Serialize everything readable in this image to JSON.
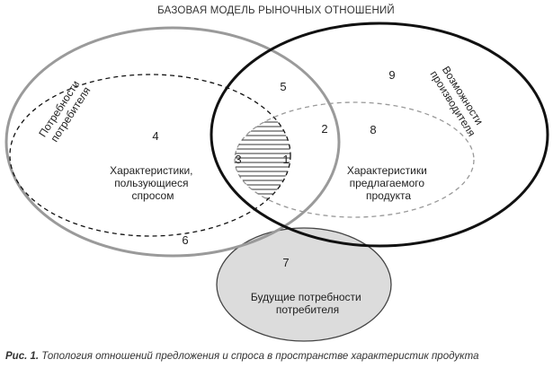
{
  "title": "БАЗОВАЯ МОДЕЛЬ РЫНОЧНЫХ ОТНОШЕНИЙ",
  "regions": {
    "consumer_needs": {
      "label": "Потребности потребителя"
    },
    "producer_capabilities": {
      "label": "Возможности производителя"
    },
    "demanded_characteristics": {
      "label_lines": [
        "Характеристики,",
        "пользующиеся",
        "спросом"
      ]
    },
    "offered_characteristics": {
      "label_lines": [
        "Характеристики",
        "предлагаемого",
        "продукта"
      ]
    },
    "future_needs": {
      "label_lines": [
        "Будущие потребности",
        "потребителя"
      ]
    }
  },
  "zone_numbers": [
    "1",
    "2",
    "3",
    "4",
    "5",
    "6",
    "7",
    "8",
    "9"
  ],
  "caption": {
    "prefix": "Рис. 1.",
    "text": " Топология отношений предложения и спроса в пространстве характеристик продукта"
  }
}
